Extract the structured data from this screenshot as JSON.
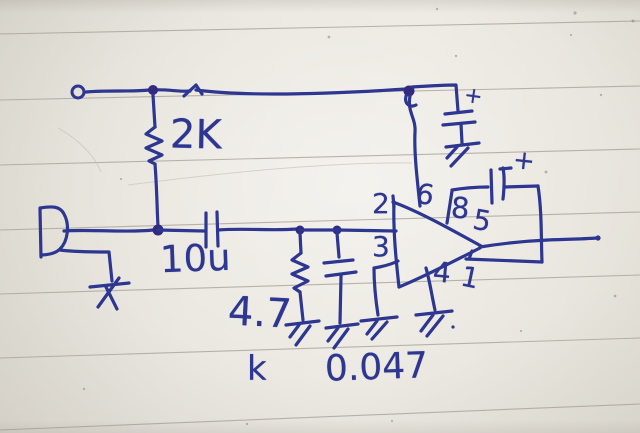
{
  "schematic": {
    "description": "Hand-drawn audio amplifier circuit in blue ink on ruled notebook paper",
    "ink_color": "#2d3691",
    "paper_color": "#eae7e0",
    "rule_line_color": "#a59f96",
    "labels": {
      "r_top": "2K",
      "c_in": "10u",
      "r_in_value": "4.7",
      "r_in_unit": "k",
      "c_filter": "0.047",
      "plus_supply": "+",
      "plus_gain": "+"
    },
    "opamp_pins": {
      "inv_in": "2",
      "noninv_in": "3",
      "vcc": "6",
      "gain_a": "8",
      "out": "5",
      "gnd": "4",
      "gain_b": "1"
    }
  }
}
